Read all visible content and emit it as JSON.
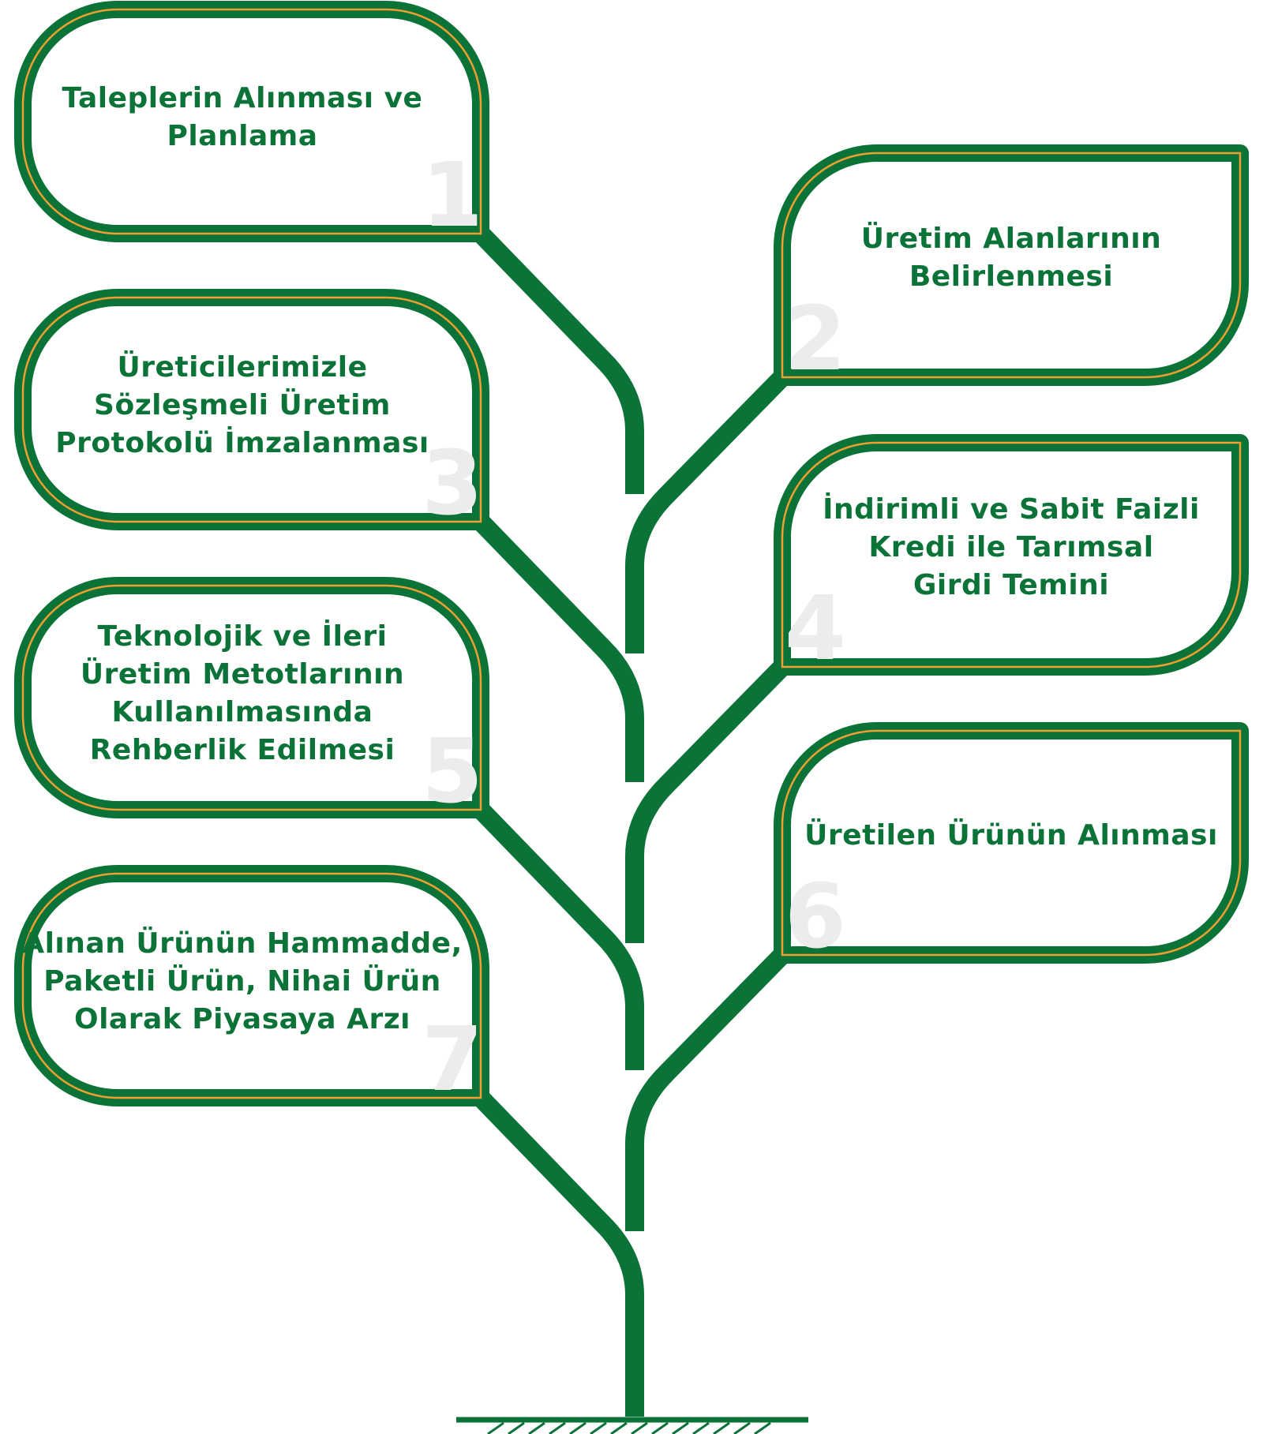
{
  "colors": {
    "green": "#0b7338",
    "orange_outline": "#f0a030",
    "number_gray": "#ececec",
    "background": "#ffffff"
  },
  "steps": [
    {
      "number": "1",
      "lines": [
        "Taleplerin Alınması ve",
        "Planlama"
      ]
    },
    {
      "number": "2",
      "lines": [
        "Üretim Alanlarının",
        "Belirlenmesi"
      ]
    },
    {
      "number": "3",
      "lines": [
        "Üreticilerimizle",
        "Sözleşmeli Üretim",
        "Protokolü İmzalanması"
      ]
    },
    {
      "number": "4",
      "lines": [
        "İndirimli ve Sabit Faizli",
        "Kredi ile Tarımsal",
        "Girdi Temini"
      ]
    },
    {
      "number": "5",
      "lines": [
        "Teknolojik ve İleri",
        "Üretim Metotlarının",
        "Kullanılmasında",
        "Rehberlik Edilmesi"
      ]
    },
    {
      "number": "6",
      "lines": [
        "Üretilen Ürünün Alınması"
      ]
    },
    {
      "number": "7",
      "lines": [
        "Alınan Ürünün Hammadde,",
        "Paketli Ürün, Nihai Ürün",
        "Olarak Piyasaya Arzı"
      ]
    }
  ]
}
